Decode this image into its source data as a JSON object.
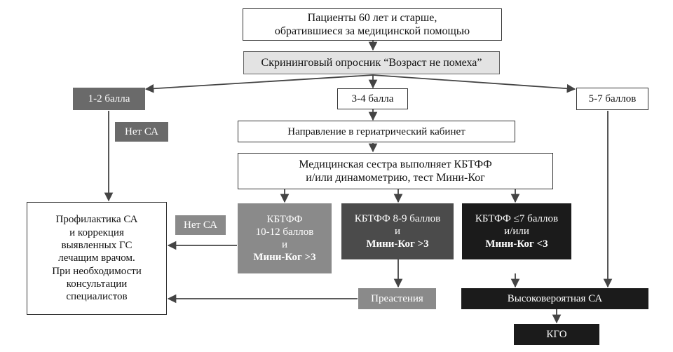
{
  "patients": [
    "Пациенты 60 лет и старше,",
    "обратившиеся за медицинской помощью"
  ],
  "screening": "Скрининговый опросник “Возраст не помеха”",
  "score_low": "1-2 балла",
  "score_mid": "3-4 балла",
  "score_high": "5-7 баллов",
  "no_sa_top": "Нет СА",
  "no_sa_mid": "Нет СА",
  "referral": "Направление в гериатрический кабинет",
  "nurse": [
    "Медицинская сестра выполняет КБТФФ",
    "и/или динамометрию, тест Мини-Ког"
  ],
  "prevention": [
    "Профилактика СА",
    "и коррекция",
    "выявленных ГС",
    "лечащим врачом.",
    "При необходимости",
    "консультации",
    "специалистов"
  ],
  "kbtff_high": [
    "КБТФФ",
    "10-12 баллов",
    "и",
    "Мини-Ког >3"
  ],
  "kbtff_mid": [
    "КБТФФ 8-9 баллов",
    "и",
    "Мини-Ког >3"
  ],
  "kbtff_low": [
    "КБТФФ ≤7 баллов",
    "и/или",
    "Мини-Ког <3"
  ],
  "preasthenia": "Преастения",
  "probable_sa": "Высоковероятная СА",
  "kgo": "КГО",
  "colors": {
    "white": "#ffffff",
    "light_gray": "#e3e3e3",
    "gray": "#6a6a6a",
    "dark_gray": "#4b4b4b",
    "black": "#1b1b1b",
    "arrow": "#444444"
  }
}
